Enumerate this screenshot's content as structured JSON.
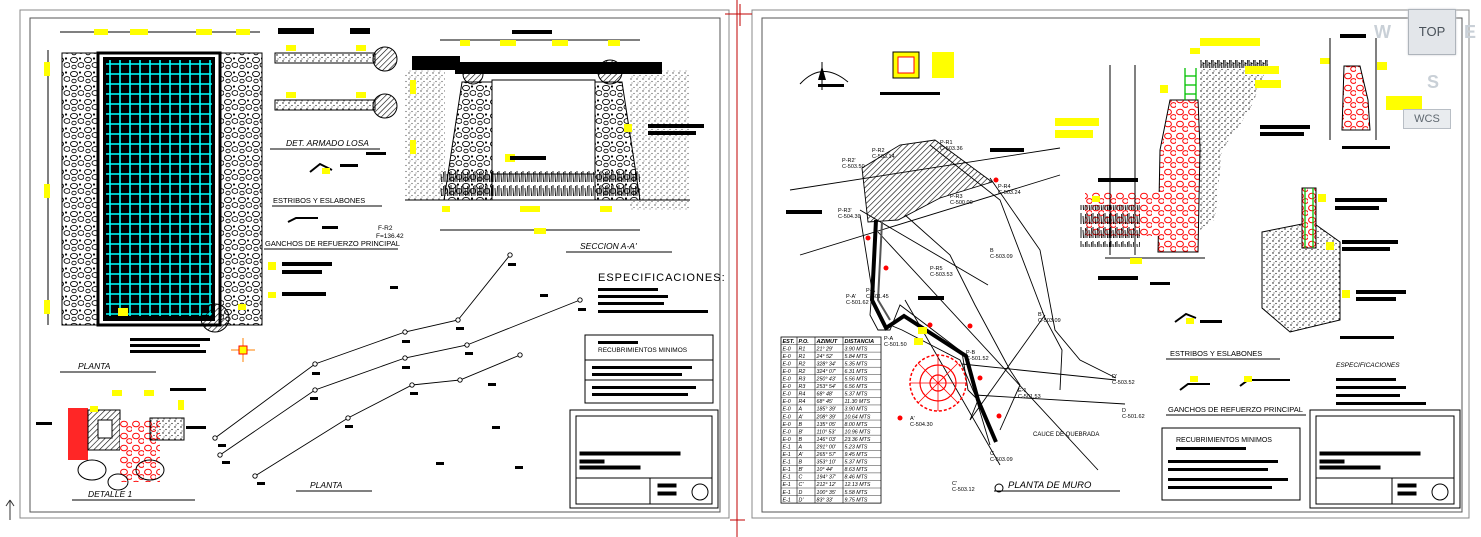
{
  "viewport": {
    "viewcube_face": "TOP",
    "ucs_menu_label": "WCS",
    "compass_letters": {
      "west": "W",
      "east": "E",
      "south": "S"
    }
  },
  "colors": {
    "background": "#ffffff",
    "linework": "#000000",
    "annotation_blocks": "#ffff00",
    "hatch_highlight": "#ff0000",
    "rebar_grid": "#00ffff",
    "rebar_green": "#00c000"
  },
  "sheet_left": {
    "titles": {
      "plan_main": "PLANTA",
      "slab_detail": "DET. ARMADO LOSA",
      "stirrups": "ESTRIBOS Y ESLABONES",
      "hooks": "GANCHOS DE REFUERZO PRINCIPAL",
      "section": "SECCION A-A'",
      "specs": "ESPECIFICACIONES:",
      "cover": "RECUBRIMIENTOS MINIMOS",
      "plan_profile": "PLANTA",
      "detail1": "DETALLE 1"
    },
    "rebar_labels": [
      "F-R2",
      "F=136.42"
    ]
  },
  "sheet_right": {
    "titles": {
      "wall_plan": "PLANTA DE MURO",
      "creek_axis": "CAUCE DE QUEBRADA",
      "stirrups": "ESTRIBOS Y ESLABONES",
      "hooks": "GANCHOS DE REFUERZO PRINCIPAL",
      "cover": "RECUBRIMIENTOS MINIMOS",
      "specs": "ESPECIFICACIONES"
    },
    "survey_points": [
      {
        "label": "P-R1",
        "elev": "C-503.36"
      },
      {
        "label": "P-R2",
        "elev": "C-503.14"
      },
      {
        "label": "P-R2'",
        "elev": "C-503.50"
      },
      {
        "label": "P-R3'",
        "elev": "C-504.30"
      },
      {
        "label": "P-R4",
        "elev": "C-503.24"
      },
      {
        "label": "B",
        "elev": "C-503.09"
      },
      {
        "label": "P-R5",
        "elev": "C-503.53"
      },
      {
        "label": "P-A",
        "elev": "C-501.45"
      },
      {
        "label": "P-A'",
        "elev": "C-501.62"
      },
      {
        "label": "E-1",
        "elev": "C-501.53"
      },
      {
        "label": "D",
        "elev": "C-501.62"
      },
      {
        "label": "D'",
        "elev": "C-503.52"
      },
      {
        "label": "C",
        "elev": "C-503.09"
      },
      {
        "label": "C'",
        "elev": "C-503.12"
      },
      {
        "label": "B'",
        "elev": "C-503.09"
      },
      {
        "label": "A'",
        "elev": "C-504.30"
      },
      {
        "label": "P-R3",
        "elev": "C-500.00"
      },
      {
        "label": "P-A",
        "elev": "C-501.50"
      },
      {
        "label": "P-B",
        "elev": "C-501.52"
      }
    ],
    "survey_table": {
      "headers": [
        "EST.",
        "P.O.",
        "AZIMUT",
        "DISTANCIA"
      ],
      "rows": [
        [
          "E-0",
          "R1",
          "21° 29'",
          "3.90 MTS"
        ],
        [
          "E-0",
          "R1",
          "24° 52'",
          "5.84 MTS"
        ],
        [
          "E-0",
          "R2",
          "328° 34'",
          "5.35 MTS"
        ],
        [
          "E-0",
          "R2",
          "324° 07'",
          "6.31 MTS"
        ],
        [
          "E-0",
          "R3",
          "250° 43'",
          "5.56 MTS"
        ],
        [
          "E-0",
          "R3",
          "253° 54'",
          "6.56 MTS"
        ],
        [
          "E-0",
          "R4",
          "68° 48'",
          "5.37 MTS"
        ],
        [
          "E-0",
          "R4",
          "68° 45'",
          "11.30 MTS"
        ],
        [
          "E-0",
          "A",
          "185° 39'",
          "3.90 MTS"
        ],
        [
          "E-0",
          "A'",
          "208° 39'",
          "10.64 MTS"
        ],
        [
          "E-0",
          "B",
          "135° 05'",
          "8.00 MTS"
        ],
        [
          "E-0",
          "B'",
          "110° 53'",
          "10.96 MTS"
        ],
        [
          "E-0",
          "B",
          "146° 03'",
          "23.36 MTS"
        ],
        [
          "E-1",
          "A",
          "291° 00'",
          "5.23 MTS"
        ],
        [
          "E-1",
          "A'",
          "265° 57'",
          "9.45 MTS"
        ],
        [
          "E-1",
          "B",
          "353° 10'",
          "5.37 MTS"
        ],
        [
          "E-1",
          "B'",
          "10° 44'",
          "8.63 MTS"
        ],
        [
          "E-1",
          "C",
          "194° 37'",
          "8.46 MTS"
        ],
        [
          "E-1",
          "C'",
          "212° 12'",
          "12.13 MTS"
        ],
        [
          "E-1",
          "D",
          "100° 35'",
          "5.58 MTS"
        ],
        [
          "E-1",
          "D'",
          "83° 33'",
          "9.75 MTS"
        ]
      ]
    }
  }
}
